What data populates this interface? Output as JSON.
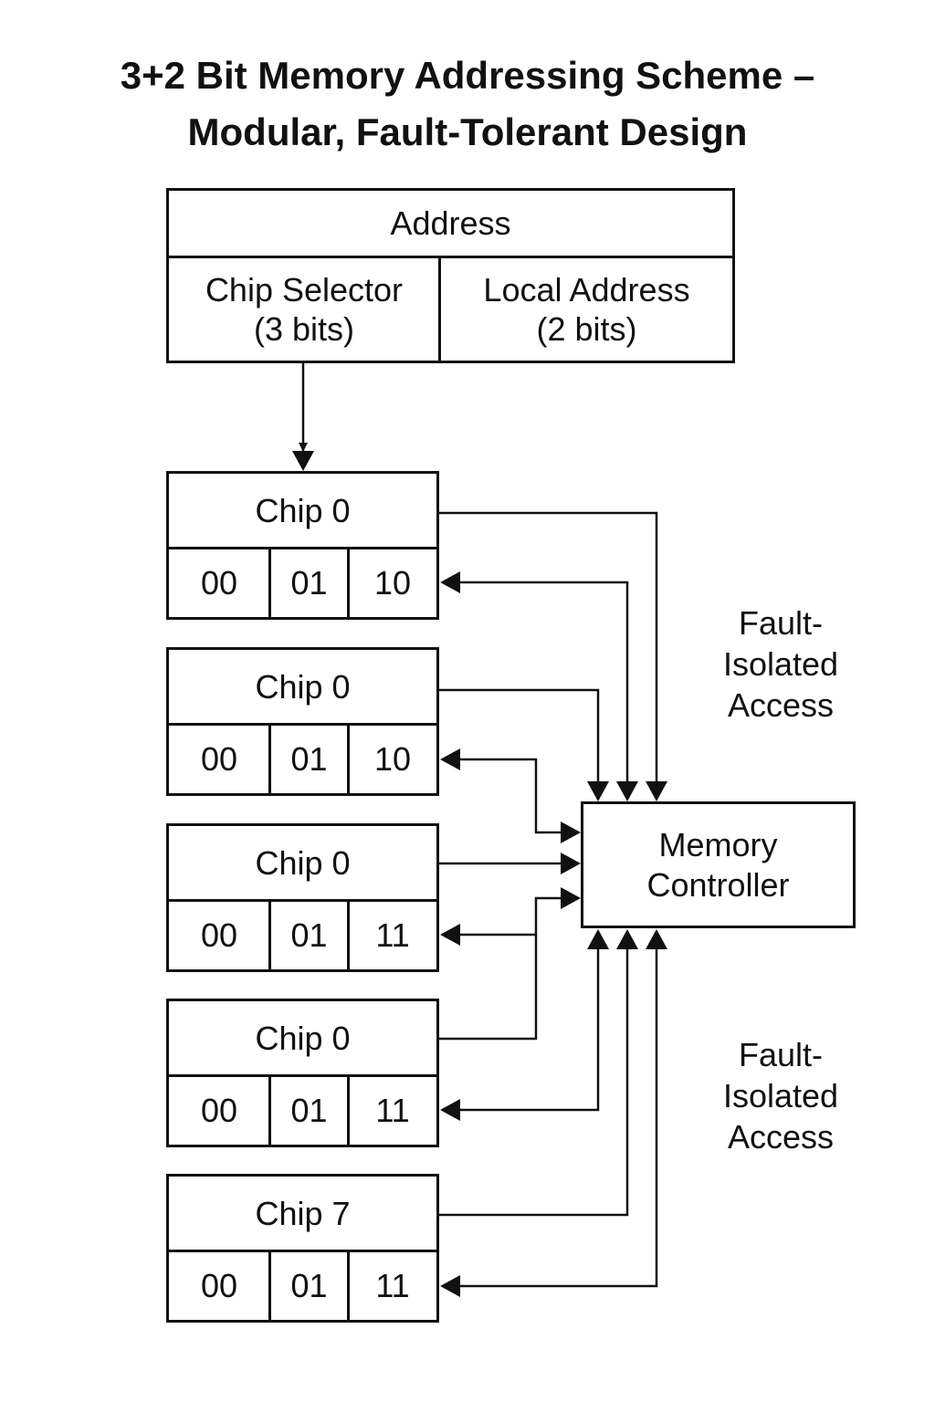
{
  "title": {
    "line1": "3+2 Bit Memory Addressing Scheme –",
    "line2": "Modular, Fault-Tolerant Design"
  },
  "address": {
    "header": "Address",
    "chip_selector": {
      "line1": "Chip Selector",
      "line2": "(3 bits)"
    },
    "local_address": {
      "line1": "Local Address",
      "line2": "(2 bits)"
    }
  },
  "chips": [
    {
      "name": "Chip 0",
      "cells": [
        "00",
        "01",
        "10"
      ]
    },
    {
      "name": "Chip 0",
      "cells": [
        "00",
        "01",
        "10"
      ]
    },
    {
      "name": "Chip 0",
      "cells": [
        "00",
        "01",
        "11"
      ]
    },
    {
      "name": "Chip 0",
      "cells": [
        "00",
        "01",
        "11"
      ]
    },
    {
      "name": "Chip 7",
      "cells": [
        "00",
        "01",
        "11"
      ]
    }
  ],
  "memory_controller": {
    "line1": "Memory",
    "line2": "Controller"
  },
  "fault_labels": [
    {
      "line1": "Fault-",
      "line2": "Isolated",
      "line3": "Access"
    },
    {
      "line1": "Fault-",
      "line2": "Isolated",
      "line3": "Access"
    }
  ],
  "colors": {
    "stroke": "#111111",
    "background": "#ffffff"
  }
}
